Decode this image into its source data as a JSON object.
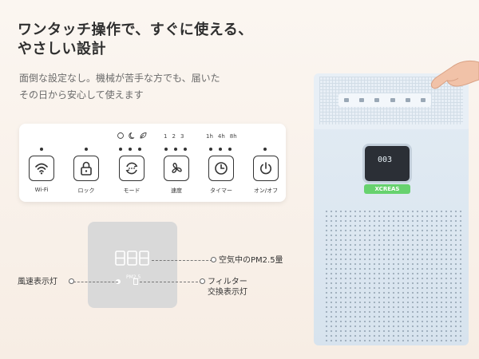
{
  "headline": {
    "line1": "ワンタッチ操作で、すぐに使える、",
    "line2": "やさしい設計"
  },
  "description": {
    "line1": "面倒な設定なし。機械が苦手な方でも、届いた",
    "line2": "その日から安心して使えます"
  },
  "panel": {
    "speed_indicators": [
      "1",
      "2",
      "3"
    ],
    "timer_indicators": [
      "1h",
      "4h",
      "8h"
    ],
    "buttons": [
      {
        "label": "Wi-Fi",
        "icon": "wifi-icon"
      },
      {
        "label": "ロック",
        "icon": "lock-icon"
      },
      {
        "label": "モード",
        "icon": "mode-icon"
      },
      {
        "label": "速度",
        "icon": "fan-icon"
      },
      {
        "label": "タイマー",
        "icon": "clock-icon"
      },
      {
        "label": "オン/オフ",
        "icon": "power-icon"
      }
    ]
  },
  "display_diagram": {
    "digits": "888",
    "pm_label": "PM2.5",
    "annotations": {
      "pm25": "空気中のPM2.5量",
      "fan_speed": "風速表示灯",
      "filter_line1": "フィルター",
      "filter_line2": "交換表示灯"
    }
  },
  "product": {
    "screen_value": "003",
    "brand": "XCREAS"
  },
  "colors": {
    "accent_green": "#67d26e",
    "device": "#dde7f0",
    "display_bg": "#d9d9d9"
  }
}
